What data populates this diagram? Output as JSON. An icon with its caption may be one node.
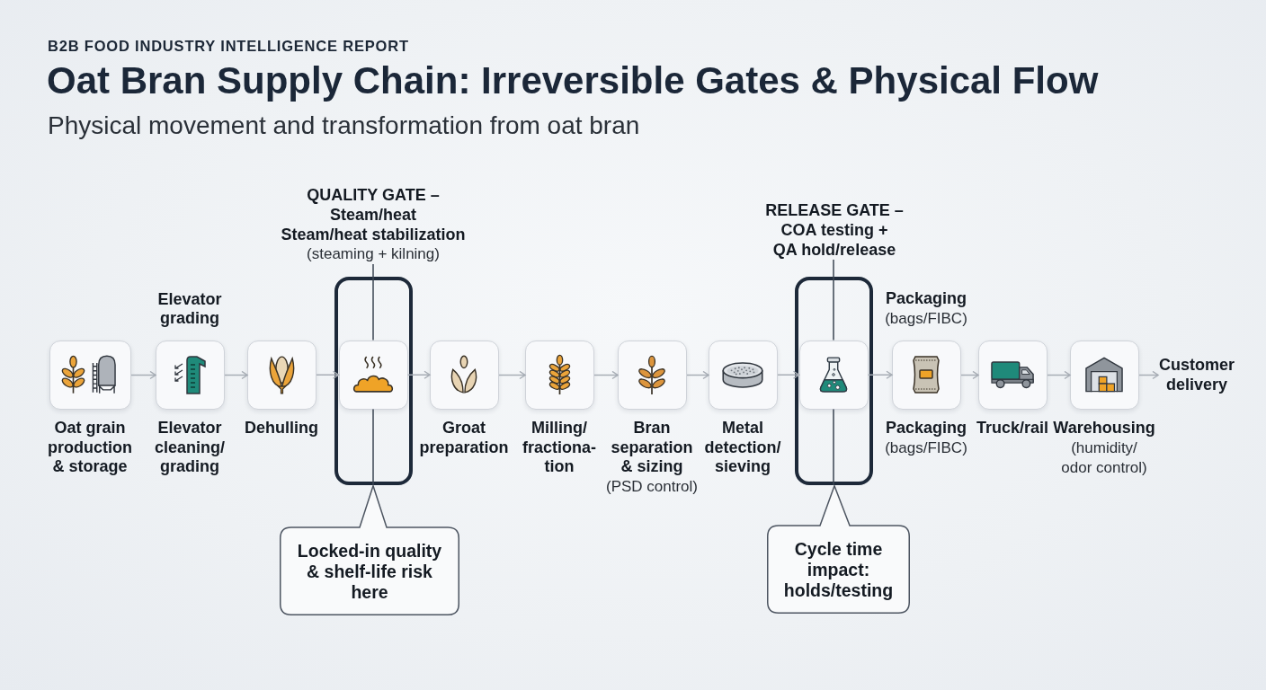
{
  "diagram": {
    "title": "Oat Bran Supply Chain: Irreversible Gates & Physical Flow",
    "nodes": [
      {
        "text": [
          "Oat grain production & storage"
        ]
      },
      {
        "text": [
          "Elevator grading",
          "Elevator cleaning/ grading"
        ]
      },
      {
        "text": [
          "Dehulling"
        ]
      },
      {
        "text": [
          "QUALITY GATE – Steam/heat",
          "Steam/heat stabilization",
          "(steaming + kilning)"
        ]
      },
      {
        "text": [],
        "shape": "box"
      },
      {
        "text": [],
        "shape": "box",
        "in": 4
      },
      {
        "text": [
          "Locked-in quality & shelf-life risk here"
        ]
      },
      {
        "text": [
          "Groat preparation"
        ]
      },
      {
        "text": [
          "Milling/ fractiona- tion"
        ]
      },
      {
        "text": [
          "Bran separation & sizing",
          "(PSD control)"
        ]
      },
      {
        "text": [
          "Metal detection/ sieving"
        ]
      },
      {
        "text": [
          "RELEASE GATE – COA testing +",
          "QA hold/release"
        ]
      },
      {
        "text": [],
        "shape": "box"
      },
      {
        "text": [],
        "shape": "box",
        "in": 12
      },
      {
        "text": [
          "Cycle time impact: holds/testing"
        ]
      },
      {
        "text": [
          "Packaging",
          "(bags/FIBC)",
          "Packaging",
          "(bags/FIBC)"
        ]
      },
      {
        "text": [
          "Truck/rail"
        ]
      },
      {
        "text": [
          "Warehousing",
          "(humidity/ odor control)"
        ]
      },
      {
        "text": [
          "Customer delivery"
        ]
      }
    ],
    "edges": [
      {
        "from": 0,
        "to": 1,
        "arrow": "to"
      },
      {
        "from": 1,
        "to": 2,
        "arrow": "to"
      },
      {
        "from": 2,
        "to": 5,
        "arrow": "to"
      },
      {
        "from": 3,
        "to": 5,
        "arrow": "none",
        "color": "#3a4452"
      },
      {
        "from": 6,
        "to": 5,
        "arrow": "none",
        "color": "#3a4452"
      },
      {
        "from": 5,
        "to": 7,
        "arrow": "to"
      },
      {
        "from": 7,
        "to": 8,
        "arrow": "to"
      },
      {
        "from": 8,
        "to": 9,
        "arrow": "to"
      },
      {
        "from": 9,
        "to": 10,
        "arrow": "to"
      },
      {
        "from": 10,
        "to": 13,
        "arrow": "to"
      },
      {
        "from": 11,
        "to": 13,
        "arrow": "none",
        "color": "#3a4452"
      },
      {
        "from": 14,
        "to": 13,
        "arrow": "none",
        "color": "#3a4452"
      },
      {
        "from": 13,
        "to": 15,
        "arrow": "to"
      },
      {
        "from": 15,
        "to": 16,
        "arrow": "to"
      },
      {
        "from": 16,
        "to": 17,
        "arrow": "to"
      },
      {
        "from": 17,
        "to": 18,
        "arrow": "to"
      }
    ],
    "labels": [
      "B2B FOOD INDUSTRY INTELLIGENCE REPORT",
      "Physical movement and transformation from oat bran"
    ]
  }
}
